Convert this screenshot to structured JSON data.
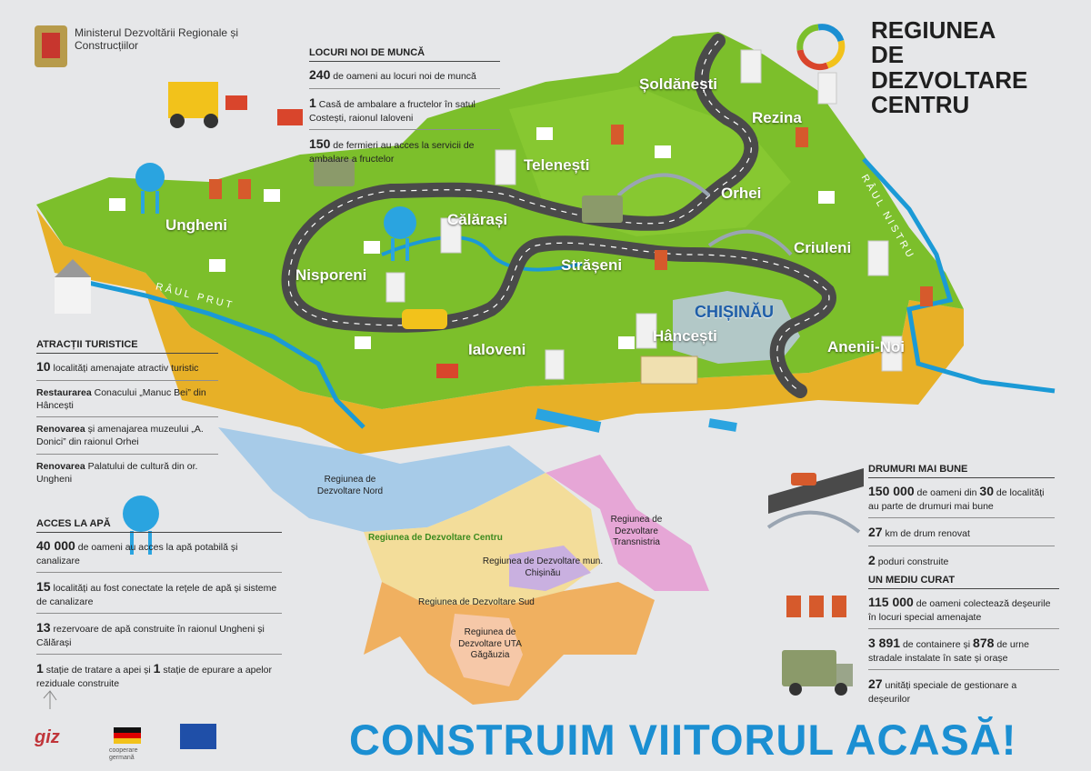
{
  "ministry": {
    "name": "Ministerul Dezvoltării Regionale și Construcțiilor"
  },
  "title": {
    "line1": "REGIUNEA",
    "line2": "DE",
    "line3": "DEZVOLTARE",
    "line4": "CENTRU"
  },
  "cities": {
    "ungheni": "Ungheni",
    "calarasi": "Călărași",
    "nisporeni": "Nisporeni",
    "telenesti": "Telenești",
    "soldanesti": "Șoldănești",
    "rezina": "Rezina",
    "orhei": "Orhei",
    "criuleni": "Criuleni",
    "straseni": "Strășeni",
    "chisinau": "CHIȘINĂU",
    "hancesti": "Hâncești",
    "ialoveni": "Ialoveni",
    "anenii_noi": "Anenii-Noi"
  },
  "rivers": {
    "prut": "RÂUL PRUT",
    "nistru": "RÂUL NISTRU"
  },
  "jobs": {
    "title": "LOCURI NOI DE MUNCĂ",
    "items": [
      {
        "num": "240",
        "text": "de oameni au locuri noi de muncă"
      },
      {
        "num": "1",
        "text": "Casă de ambalare a fructelor în satul Costești, raionul Ialoveni"
      },
      {
        "num": "150",
        "text": "de fermieri au acces la servicii de ambalare a fructelor"
      }
    ]
  },
  "tourism": {
    "title": "ATRACȚII TURISTICE",
    "items": [
      {
        "num": "10",
        "text": "localități amenajate atractiv turistic"
      },
      {
        "word": "Restaurarea",
        "text": "Conacului „Manuc Bei” din Hâncești"
      },
      {
        "word": "Renovarea",
        "text": "și amenajarea muzeului „A. Donici” din raionul Orhei"
      },
      {
        "word": "Renovarea",
        "text": "Palatului de cultură din or. Ungheni"
      }
    ]
  },
  "water": {
    "title": "ACCES LA APĂ",
    "items": [
      {
        "num": "40 000",
        "text": "de oameni au acces la apă potabilă și canalizare"
      },
      {
        "num": "15",
        "text": "localități au fost conectate la rețele de apă și sisteme de canalizare"
      },
      {
        "num": "13",
        "text": "rezervoare de apă construite în raionul Ungheni și Călărași"
      },
      {
        "num": "1",
        "text": "stație de tratare a apei și",
        "num2": "1",
        "text2": "stație de epurare a apelor reziduale construite"
      }
    ]
  },
  "roads": {
    "title": "DRUMURI MAI BUNE",
    "items": [
      {
        "num": "150 000",
        "text": "de oameni din",
        "num2": "30",
        "text2": "de localități au parte de drumuri mai bune"
      },
      {
        "num": "27",
        "text": "km de drum renovat"
      },
      {
        "num": "2",
        "text": "poduri construite"
      }
    ]
  },
  "environment": {
    "title": "UN MEDIU CURAT",
    "items": [
      {
        "num": "115 000",
        "text": "de oameni colectează deșeurile în locuri special amenajate"
      },
      {
        "num": "3 891",
        "text": "de containere și",
        "num2": "878",
        "text2": "de urne stradale instalate în sate și orașe"
      },
      {
        "num": "27",
        "text": "unități speciale de gestionare a deșeurilor"
      }
    ]
  },
  "regions": {
    "nord": "Regiunea de Dezvoltare Nord",
    "centru": "Regiunea de Dezvoltare Centru",
    "chisinau": "Regiunea de Dezvoltare mun. Chișinău",
    "transnistria": "Regiunea de Dezvoltare Transnistria",
    "sud": "Regiunea de Dezvoltare Sud",
    "gagauzia": "Regiunea de Dezvoltare UTA Găgăuzia"
  },
  "logos": {
    "giz": "giz",
    "cooperare": "cooperare germană"
  },
  "slogan": "CONSTRUIM VIITORUL ACASĂ!",
  "colors": {
    "accent": "#1b8fd2",
    "grass": "#7cbf2b",
    "soil": "#e8b52a",
    "road": "#4a4a4a"
  }
}
